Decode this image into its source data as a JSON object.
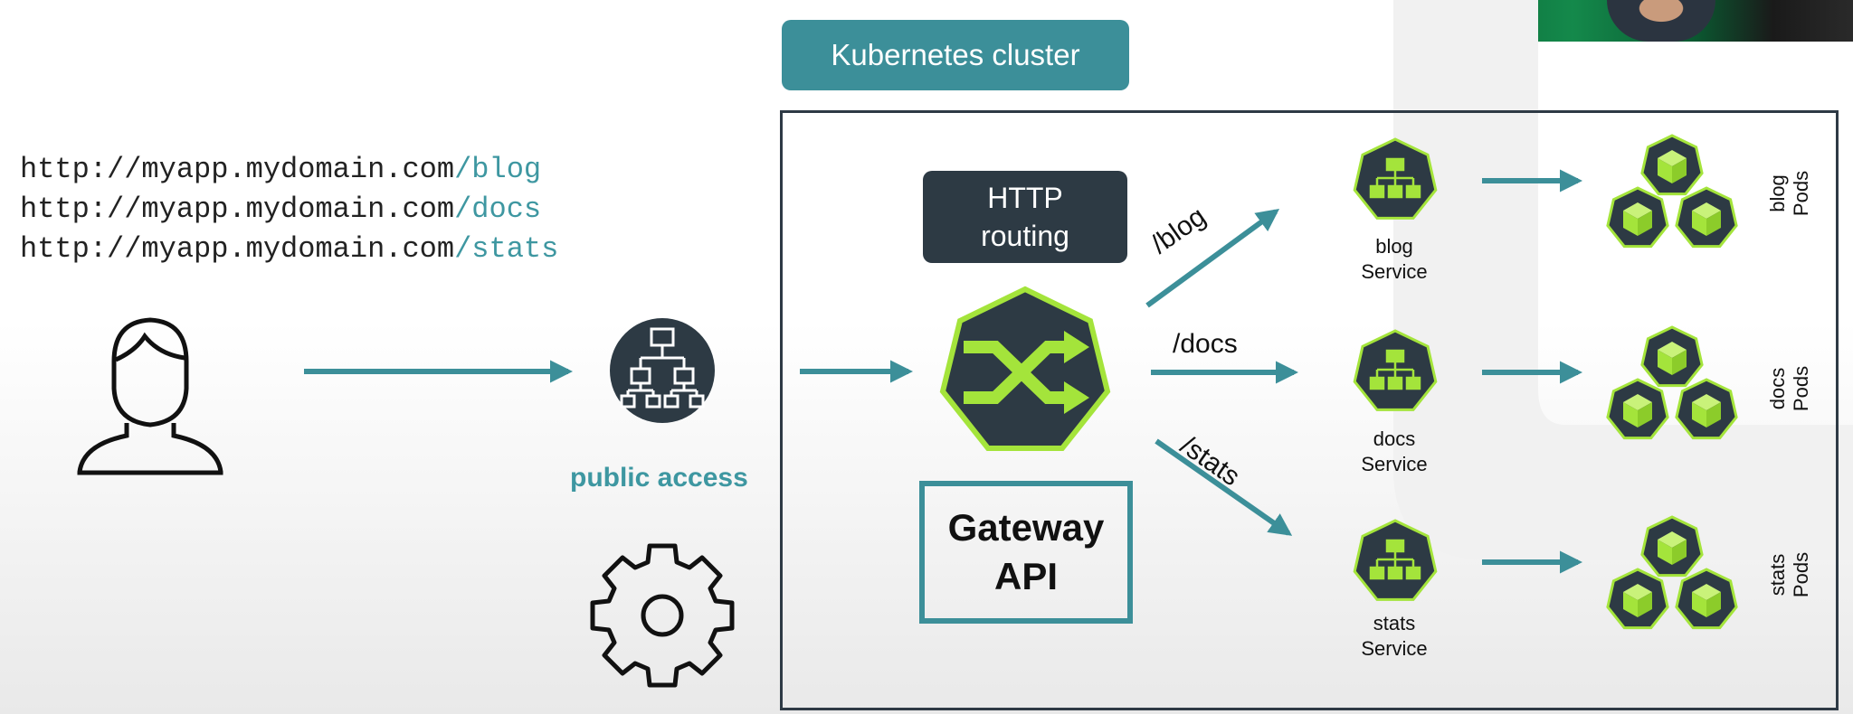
{
  "cluster": {
    "title": "Kubernetes cluster"
  },
  "urls": [
    {
      "base": "http://myapp.mydomain.com",
      "path": "/blog"
    },
    {
      "base": "http://myapp.mydomain.com",
      "path": "/docs"
    },
    {
      "base": "http://myapp.mydomain.com",
      "path": "/stats"
    }
  ],
  "public_access": {
    "label": "public access"
  },
  "http_routing": {
    "line1": "HTTP",
    "line2": "routing"
  },
  "gateway_api": {
    "line1": "Gateway",
    "line2": "API"
  },
  "routes": [
    {
      "path": "/blog",
      "service_name": "blog",
      "service_word": "Service",
      "pods_name": "blog",
      "pods_word": "Pods"
    },
    {
      "path": "/docs",
      "service_name": "docs",
      "service_word": "Service",
      "pods_name": "docs",
      "pods_word": "Pods"
    },
    {
      "path": "/stats",
      "service_name": "stats",
      "service_word": "Service",
      "pods_name": "stats",
      "pods_word": "Pods"
    }
  ],
  "colors": {
    "teal": "#3c8f99",
    "dark": "#2d3a44",
    "lime": "#a4e43b",
    "black": "#111111"
  },
  "icons": [
    "user-icon",
    "load-balancer-icon",
    "gear-icon",
    "gateway-shuffle-icon",
    "service-icon",
    "pod-cube-icon"
  ]
}
